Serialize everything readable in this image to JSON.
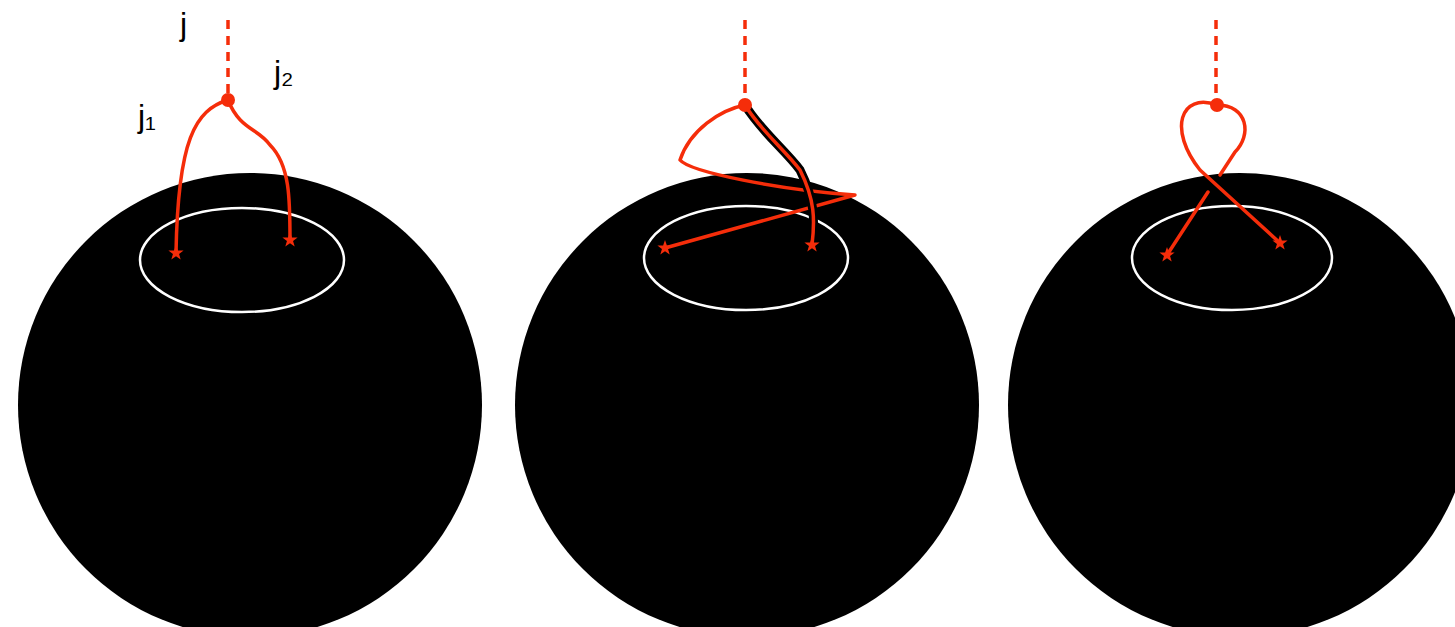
{
  "diagram": {
    "labels": [
      "j",
      "j₁",
      "j₂"
    ]
  }
}
